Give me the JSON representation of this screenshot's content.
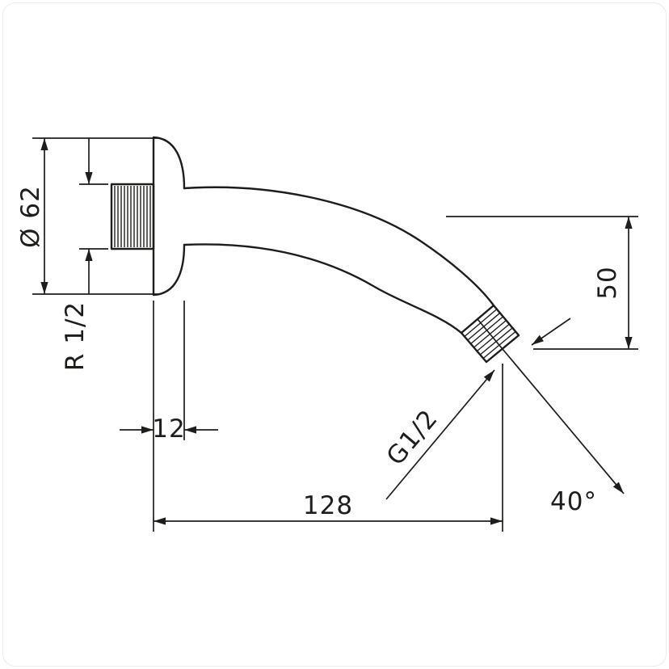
{
  "drawing": {
    "line_color": "#1d1d1b",
    "background_color": "#ffffff"
  },
  "labels": {
    "flange_diameter": "Ø 62",
    "wall_thread": "R 1/2",
    "flange_depth": "12",
    "projection_length": "128",
    "drop_height": "50",
    "outlet_angle": "40°",
    "outlet_thread": "G1/2"
  }
}
